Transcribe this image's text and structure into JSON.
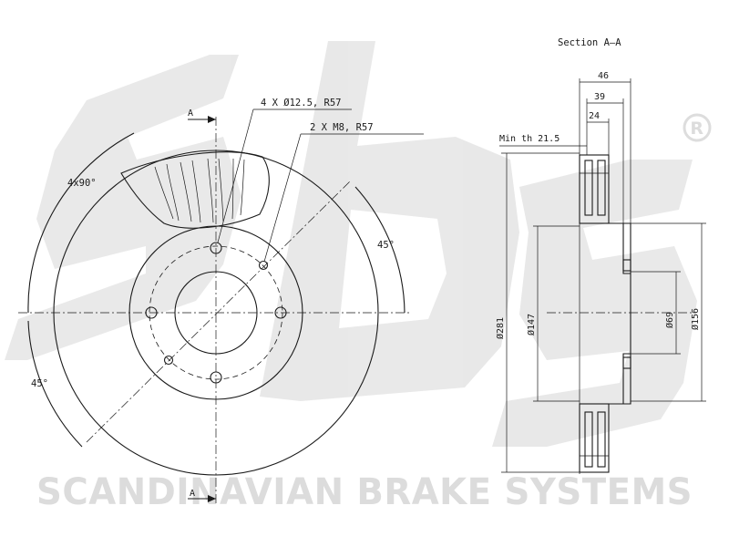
{
  "watermark": {
    "brand_text": "SCANDINAVIAN BRAKE SYSTEMS",
    "logo_text": "sbs",
    "registered_mark": "R",
    "color": "#dcdcdc"
  },
  "labels": {
    "section_title": "Section A–A",
    "section_mark_top": "A",
    "section_mark_bottom": "A",
    "bolt_holes": "4 X Ø12.5, R57",
    "threaded_holes": "2 X M8, R57",
    "vane_spacing": "4x90°",
    "angle_right": "45°",
    "angle_left": "45°",
    "min_thickness": "Min th 21.5",
    "dim_46": "46",
    "dim_39": "39",
    "dim_24": "24",
    "dim_281": "Ø281",
    "dim_147": "Ø147",
    "dim_69": "Ø69",
    "dim_156": "Ø156"
  }
}
